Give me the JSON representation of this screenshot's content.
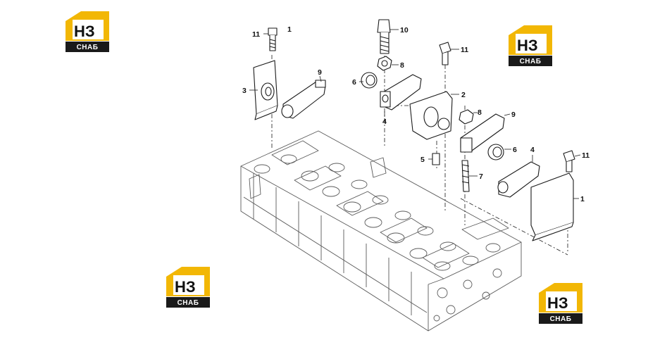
{
  "callouts": [
    {
      "id": "c1",
      "text": "11"
    },
    {
      "id": "c2",
      "text": "1"
    },
    {
      "id": "c3",
      "text": "3"
    },
    {
      "id": "c4",
      "text": "9"
    },
    {
      "id": "c5",
      "text": "10"
    },
    {
      "id": "c6",
      "text": "8"
    },
    {
      "id": "c7",
      "text": "6"
    },
    {
      "id": "c8",
      "text": "4"
    },
    {
      "id": "c9",
      "text": "2"
    },
    {
      "id": "c10",
      "text": "11"
    },
    {
      "id": "c11",
      "text": "8"
    },
    {
      "id": "c12",
      "text": "9"
    },
    {
      "id": "c13",
      "text": "5"
    },
    {
      "id": "c14",
      "text": "6"
    },
    {
      "id": "c15",
      "text": "7"
    },
    {
      "id": "c16",
      "text": "4"
    },
    {
      "id": "c17",
      "text": "11"
    },
    {
      "id": "c18",
      "text": "1"
    }
  ],
  "watermarks": [
    {
      "monogram": "НЗ",
      "caption": "СНАБ"
    },
    {
      "monogram": "НЗ",
      "caption": "СНАБ"
    },
    {
      "monogram": "НЗ",
      "caption": "СНАБ"
    },
    {
      "monogram": "НЗ",
      "caption": "СНАБ"
    }
  ],
  "colors": {
    "logo_yellow": "#f2b705",
    "logo_dark": "#1a1a1a",
    "line": "#1a1a1a",
    "engine_line": "#5a5a5a"
  }
}
